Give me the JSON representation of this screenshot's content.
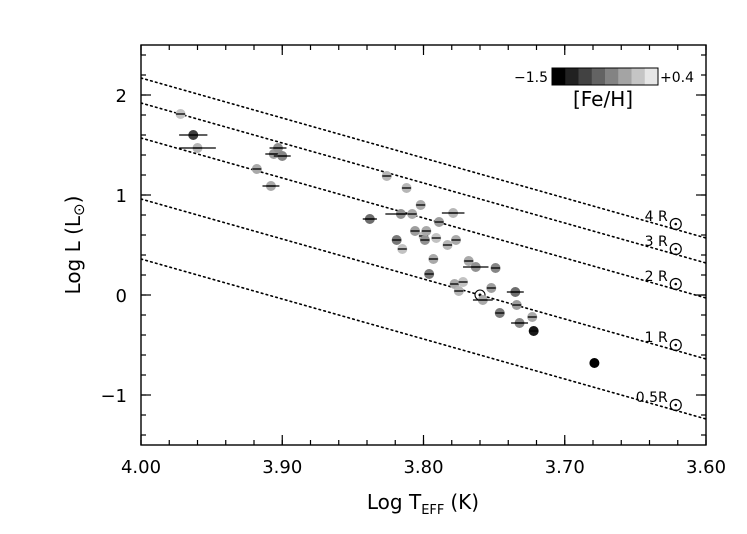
{
  "chart_data": {
    "type": "scatter",
    "title": "",
    "xlabel": "Log T",
    "xlabel_sub": "EFF",
    "xlabel_unit": "(K)",
    "ylabel": "Log L (L",
    "ylabel_close": ")",
    "sun_symbol": "⊙",
    "xlim": [
      4.0,
      3.6
    ],
    "ylim": [
      -1.5,
      2.5
    ],
    "x_reversed": true,
    "x_ticks": [
      4.0,
      3.9,
      3.8,
      3.7,
      3.6
    ],
    "x_tick_labels": [
      "4.00",
      "3.90",
      "3.80",
      "3.70",
      "3.60"
    ],
    "y_ticks": [
      -1,
      0,
      1,
      2
    ],
    "y_tick_labels": [
      "−1",
      "0",
      "1",
      "2"
    ],
    "grid": false,
    "colorbar": {
      "label": "[Fe/H]",
      "min_label": "−1.5",
      "max_label": "+0.4",
      "min": -1.5,
      "max": 0.4,
      "position": "top-right"
    },
    "radius_lines": [
      {
        "label": "4 R",
        "intercept_at_4": 2.17,
        "slope": 4
      },
      {
        "label": "3 R",
        "intercept_at_4": 1.92,
        "slope": 4
      },
      {
        "label": "2 R",
        "intercept_at_4": 1.57,
        "slope": 4
      },
      {
        "label": "1 R",
        "intercept_at_4": 0.96,
        "slope": 4
      },
      {
        "label": "0.5R",
        "intercept_at_4": 0.36,
        "slope": 4
      }
    ],
    "points": [
      {
        "x": 3.972,
        "y": 1.81,
        "feh": 0.1,
        "err": 0.0
      },
      {
        "x": 3.963,
        "y": 1.6,
        "feh": -1.0,
        "err": 0.01
      },
      {
        "x": 3.96,
        "y": 1.47,
        "feh": 0.0,
        "err": 0.013
      },
      {
        "x": 3.918,
        "y": 1.26,
        "feh": -0.1,
        "err": 0.0
      },
      {
        "x": 3.908,
        "y": 1.09,
        "feh": -0.1,
        "err": 0.006
      },
      {
        "x": 3.906,
        "y": 1.41,
        "feh": -0.2,
        "err": 0.006
      },
      {
        "x": 3.903,
        "y": 1.47,
        "feh": -0.3,
        "err": 0.006
      },
      {
        "x": 3.9,
        "y": 1.39,
        "feh": -0.4,
        "err": 0.006
      },
      {
        "x": 3.838,
        "y": 0.76,
        "feh": -0.6,
        "err": 0.005
      },
      {
        "x": 3.826,
        "y": 1.19,
        "feh": 0.0,
        "err": 0.0
      },
      {
        "x": 3.819,
        "y": 0.55,
        "feh": -0.5,
        "err": 0.0
      },
      {
        "x": 3.816,
        "y": 0.81,
        "feh": -0.3,
        "err": 0.011
      },
      {
        "x": 3.815,
        "y": 0.46,
        "feh": 0.1,
        "err": 0.0
      },
      {
        "x": 3.812,
        "y": 1.07,
        "feh": 0.0,
        "err": 0.0
      },
      {
        "x": 3.808,
        "y": 0.81,
        "feh": -0.1,
        "err": 0.0
      },
      {
        "x": 3.806,
        "y": 0.64,
        "feh": -0.2,
        "err": 0.0
      },
      {
        "x": 3.802,
        "y": 0.9,
        "feh": -0.1,
        "err": 0.0
      },
      {
        "x": 3.8,
        "y": 0.59,
        "feh": 0.1,
        "err": 0.0
      },
      {
        "x": 3.799,
        "y": 0.55,
        "feh": -0.3,
        "err": 0.0
      },
      {
        "x": 3.798,
        "y": 0.64,
        "feh": -0.1,
        "err": 0.0
      },
      {
        "x": 3.796,
        "y": 0.21,
        "feh": -0.5,
        "err": 0.0
      },
      {
        "x": 3.793,
        "y": 0.36,
        "feh": -0.1,
        "err": 0.0
      },
      {
        "x": 3.791,
        "y": 0.57,
        "feh": 0.1,
        "err": 0.0
      },
      {
        "x": 3.789,
        "y": 0.73,
        "feh": -0.2,
        "err": 0.0
      },
      {
        "x": 3.783,
        "y": 0.5,
        "feh": 0.0,
        "err": 0.0
      },
      {
        "x": 3.779,
        "y": 0.82,
        "feh": 0.0,
        "err": 0.008
      },
      {
        "x": 3.777,
        "y": 0.55,
        "feh": -0.1,
        "err": 0.0
      },
      {
        "x": 3.778,
        "y": 0.11,
        "feh": -0.1,
        "err": 0.0
      },
      {
        "x": 3.775,
        "y": 0.04,
        "feh": 0.0,
        "err": 0.0
      },
      {
        "x": 3.772,
        "y": 0.13,
        "feh": 0.1,
        "err": 0.0
      },
      {
        "x": 3.768,
        "y": 0.34,
        "feh": -0.1,
        "err": 0.0
      },
      {
        "x": 3.763,
        "y": 0.28,
        "feh": -0.3,
        "err": 0.009
      },
      {
        "x": 3.76,
        "y": 0.0,
        "feh": 0.0,
        "err": 0.0,
        "sun": true
      },
      {
        "x": 3.758,
        "y": -0.05,
        "feh": -0.1,
        "err": 0.007
      },
      {
        "x": 3.752,
        "y": 0.07,
        "feh": -0.2,
        "err": 0.0
      },
      {
        "x": 3.749,
        "y": 0.27,
        "feh": -0.4,
        "err": 0.0
      },
      {
        "x": 3.746,
        "y": -0.18,
        "feh": -0.5,
        "err": 0.0
      },
      {
        "x": 3.735,
        "y": 0.03,
        "feh": -0.6,
        "err": 0.006
      },
      {
        "x": 3.734,
        "y": -0.1,
        "feh": -0.2,
        "err": 0.0
      },
      {
        "x": 3.732,
        "y": -0.28,
        "feh": -0.4,
        "err": 0.006
      },
      {
        "x": 3.723,
        "y": -0.22,
        "feh": -0.1,
        "err": 0.0
      },
      {
        "x": 3.722,
        "y": -0.36,
        "feh": -1.3,
        "err": 0.0
      },
      {
        "x": 3.679,
        "y": -0.68,
        "feh": -1.5,
        "err": 0.0
      }
    ]
  }
}
